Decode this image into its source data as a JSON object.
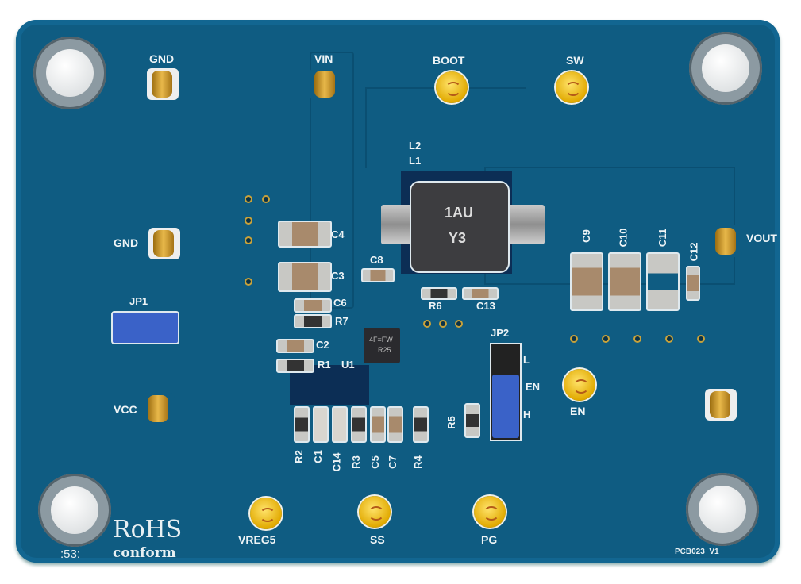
{
  "test_points": {
    "gnd_top": "GND",
    "vin": "VIN",
    "boot": "BOOT",
    "sw": "SW",
    "gnd_mid": "GND",
    "vout": "VOUT",
    "vcc": "VCC",
    "en": "EN",
    "vreg5": "VREG5",
    "ss": "SS",
    "pg": "PG"
  },
  "components": {
    "l2": "L2",
    "l1": "L1",
    "inductor_mark_1": "1AU",
    "inductor_mark_2": "Y3",
    "c4": "C4",
    "c3": "C3",
    "c8": "C8",
    "c6": "C6",
    "r7": "R7",
    "c2": "C2",
    "r1": "R1",
    "u1": "U1",
    "u1_mark_1": "4F=FW",
    "u1_mark_2": "R25",
    "r6": "R6",
    "c13": "C13",
    "c9": "C9",
    "c10": "C10",
    "c11": "C11",
    "c12": "C12",
    "jp1": "JP1",
    "jp2": "JP2",
    "jp2_l": "L",
    "jp2_h": "H",
    "jp2_en": "EN",
    "r5": "R5",
    "r2": "R2",
    "c1": "C1",
    "c14": "C14",
    "r3": "R3",
    "c5": "C5",
    "c7": "C7",
    "r4": "R4"
  },
  "board": {
    "rohs": "RoHS",
    "conform": "conform",
    "code": ":53:",
    "pcb_id": "PCB023_V1"
  },
  "colors": {
    "board": "#0f5c82",
    "jumper": "#3a62c8",
    "gold": "#e1a900"
  }
}
